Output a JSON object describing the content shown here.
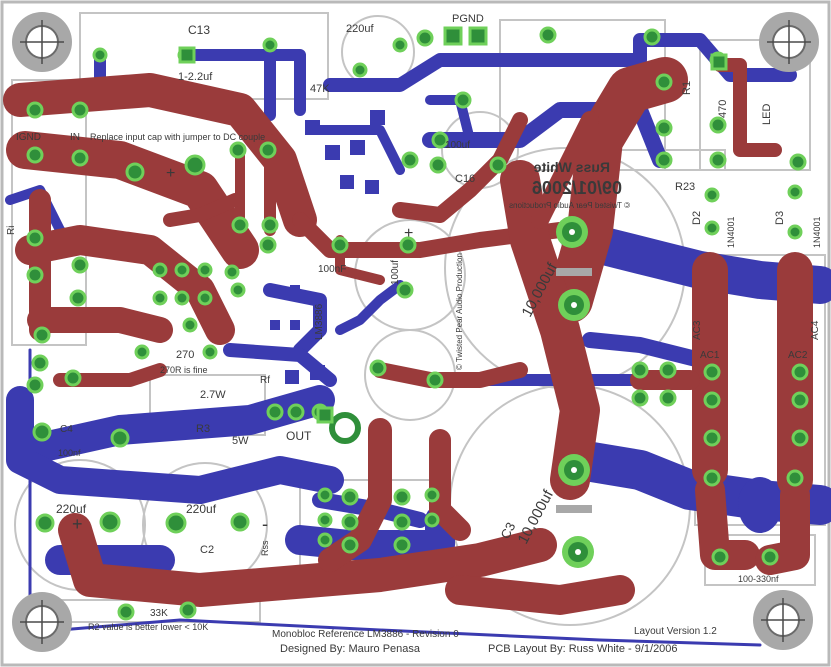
{
  "board": {
    "colors": {
      "background": "#ffffff",
      "top_copper": "#9a3b3b",
      "bottom_copper": "#3b3bb0",
      "pad": "#2f8f3a",
      "pad_ring": "#6fd05a",
      "silkscreen": "#b9b9b9",
      "mounting_hole": "#a8a8a8"
    },
    "components": {
      "c13": "C13",
      "c13_value": "1-2.2uf",
      "c_220u_top": "220uf",
      "pgnd": "PGND",
      "atk": "47K",
      "c16": "C16",
      "r1": "R1",
      "r1_value": "470",
      "led": "LED",
      "r23": "R23",
      "d2": "D2",
      "d2_part": "1N4001",
      "d3": "D3",
      "d3_part": "1N4001",
      "ignd": "IGND",
      "in": "IN",
      "note_input_cap": "Replace input cap with jumper to DC couple",
      "ri": "Ri",
      "c_100nf": "100nF",
      "c_100uf": "100uf",
      "c_10000_left": "10,000uf",
      "c_10000_right": "10,000uf",
      "c3": "C3",
      "lm3886": "LM3886",
      "rf": "Rf",
      "out": "OUT",
      "r3": "R3",
      "r3_value": "5W",
      "r_2_7w": "2.7W",
      "r_270": "270",
      "note_270": "270R is fine",
      "c4": "C4",
      "c4_value": "100nf",
      "c1_value": "220uf",
      "c2_value": "220uf",
      "c2": "C2",
      "ac1": "AC1",
      "ac2": "AC2",
      "ac3": "AC3",
      "ac4": "AC4",
      "cap_bottom_right": "100-330nf",
      "r2_value": "33K",
      "r2_note": "R2 value is better lower < 10K",
      "vert_note": "© Twisted Pear Audio Production",
      "minus": "-",
      "plus": "+",
      "rss": "Rss"
    },
    "credits": {
      "name_top": "Russ White",
      "date": "09/01/2006",
      "company": "© Twisted Pear Audio Productions",
      "title": "Monobloc Reference LM3886 - Revision 0",
      "designed_by": "Designed By: Mauro Penasa",
      "pcb_layout_by": "PCB Layout By: Russ White - 9/1/2006",
      "layout_version": "Layout Version 1.2"
    }
  }
}
